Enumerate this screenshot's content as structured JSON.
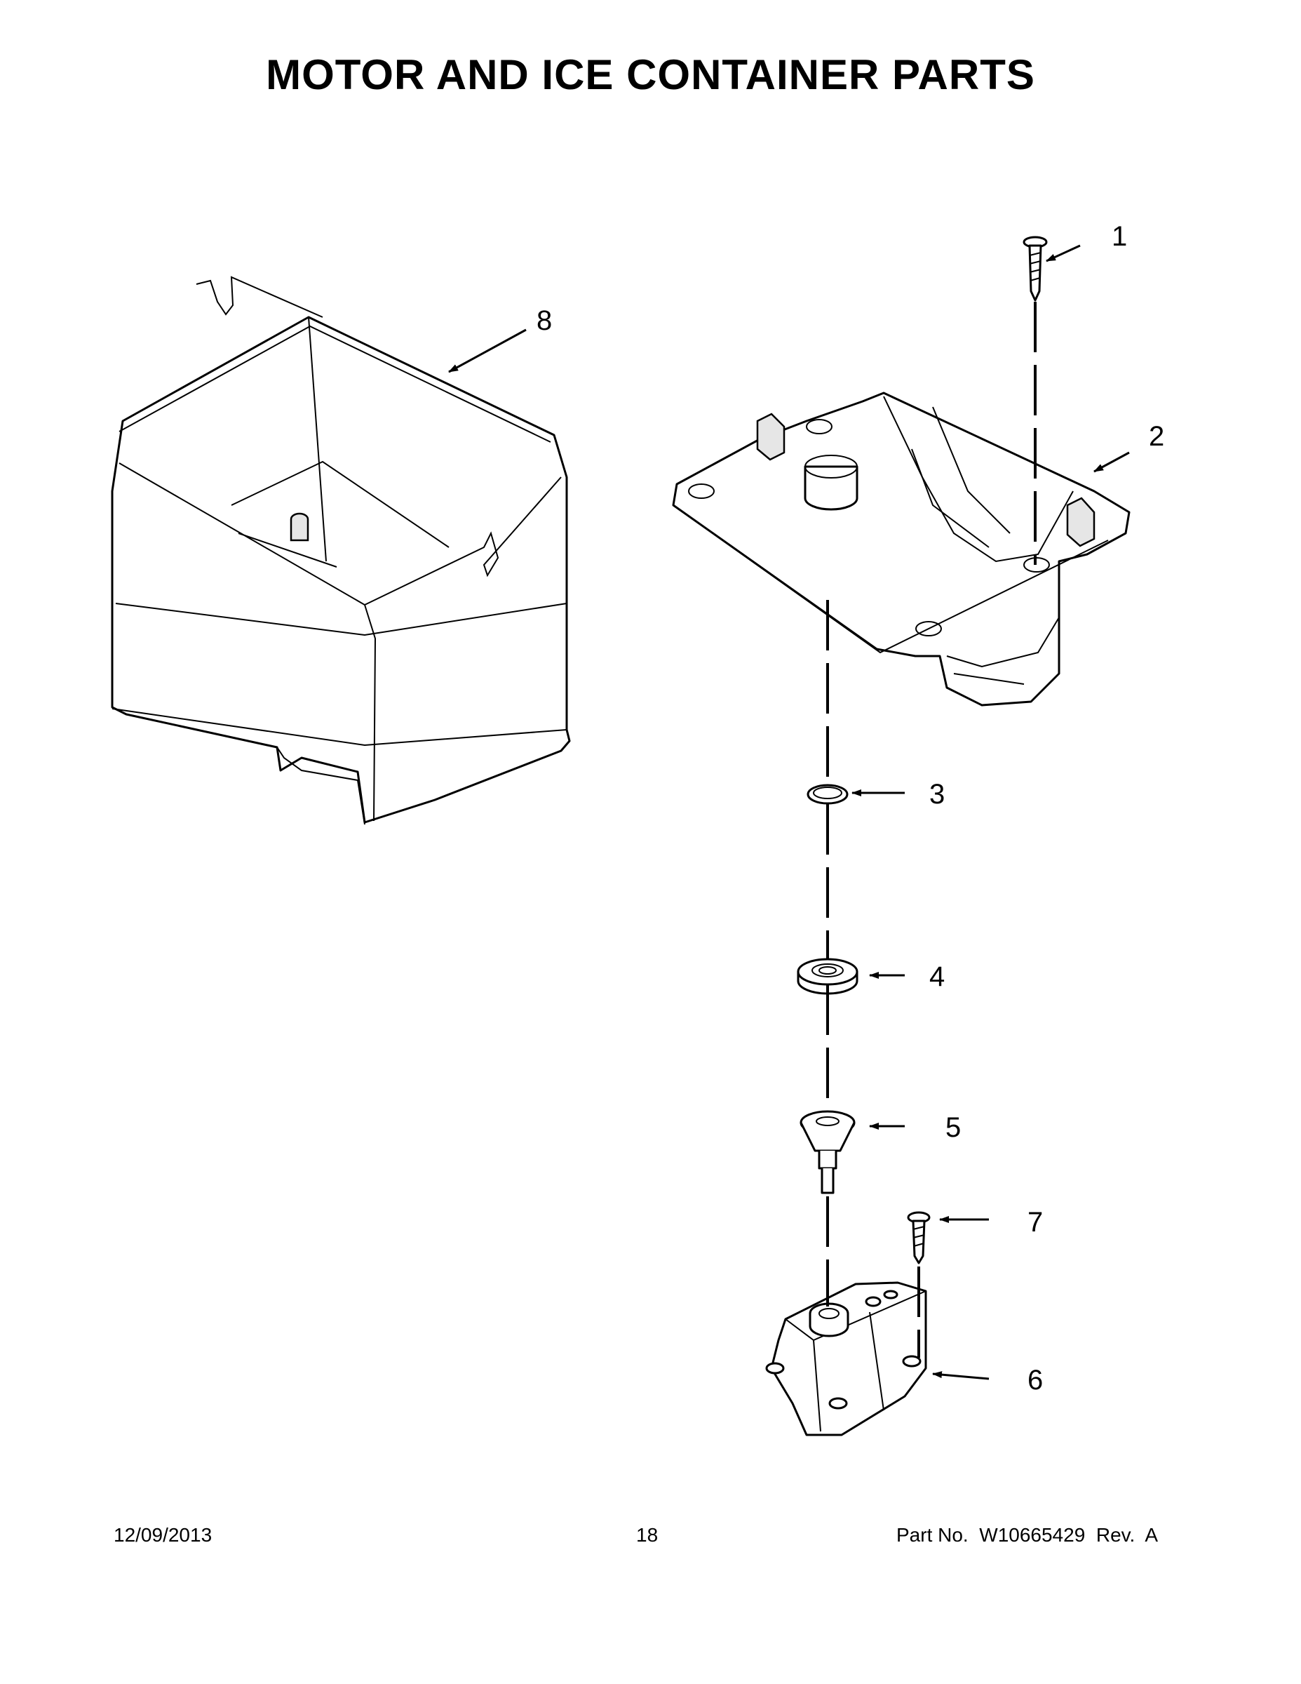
{
  "page": {
    "title": "MOTOR AND ICE CONTAINER PARTS"
  },
  "callouts": [
    {
      "id": "1",
      "label": "1"
    },
    {
      "id": "2",
      "label": "2"
    },
    {
      "id": "3",
      "label": "3"
    },
    {
      "id": "4",
      "label": "4"
    },
    {
      "id": "5",
      "label": "5"
    },
    {
      "id": "6",
      "label": "6"
    },
    {
      "id": "7",
      "label": "7"
    },
    {
      "id": "8",
      "label": "8"
    }
  ],
  "footer": {
    "date": "12/09/2013",
    "page_number": "18",
    "part_no_label": "Part No.",
    "part_no": "W10665429",
    "rev_label": "Rev.",
    "rev": "A"
  }
}
